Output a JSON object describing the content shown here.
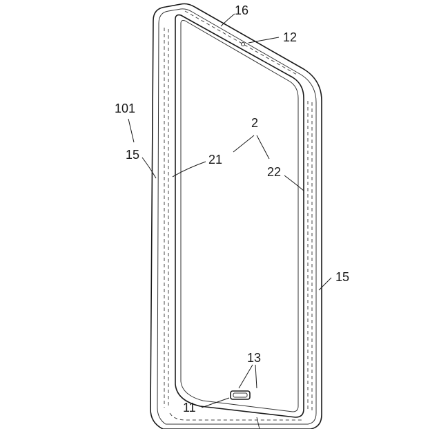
{
  "figure": {
    "labels": {
      "l16": "16",
      "l12": "12",
      "l101": "101",
      "l2": "2",
      "l15a": "15",
      "l21": "21",
      "l22": "22",
      "l15b": "15",
      "l13": "13",
      "l11": "11"
    }
  }
}
